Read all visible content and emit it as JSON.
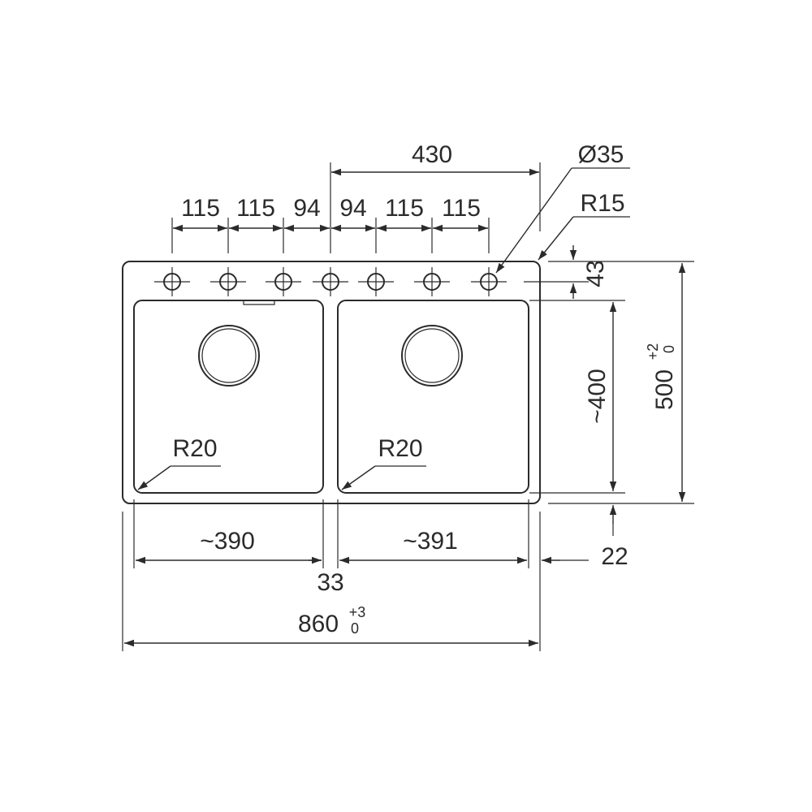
{
  "dimensions": {
    "hole_spacing": [
      "115",
      "115",
      "94",
      "94",
      "115",
      "115"
    ],
    "half_width": "430",
    "hole_diameter": "Ø35",
    "corner_radius_outer": "R15",
    "hole_offset": "43",
    "bowl_depth": "~400",
    "total_depth": "500",
    "total_depth_tol_upper": "+2",
    "total_depth_tol_lower": "0",
    "left_bowl_corner_radius": "R20",
    "right_bowl_corner_radius": "R20",
    "left_bowl_width": "~390",
    "right_bowl_width": "~391",
    "bowl_gap": "33",
    "front_margin": "22",
    "total_width": "860",
    "total_width_tol_upper": "+3",
    "total_width_tol_lower": "0"
  },
  "colors": {
    "line": "#2b2b2b",
    "background": "#ffffff"
  }
}
